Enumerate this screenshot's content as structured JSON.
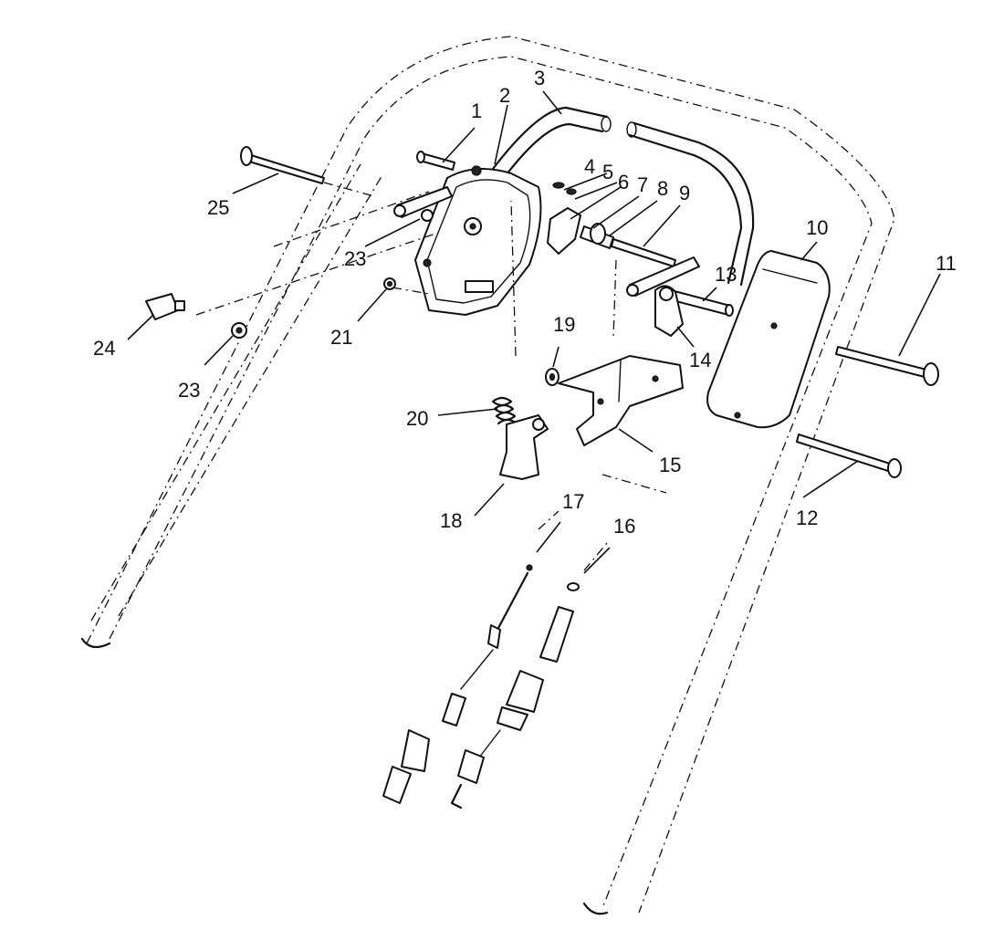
{
  "figure": {
    "type": "exploded parts diagram",
    "callouts": [
      {
        "id": "1",
        "text": "1"
      },
      {
        "id": "2",
        "text": "2"
      },
      {
        "id": "3",
        "text": "3"
      },
      {
        "id": "4",
        "text": "4"
      },
      {
        "id": "5",
        "text": "5"
      },
      {
        "id": "6",
        "text": "6"
      },
      {
        "id": "7",
        "text": "7"
      },
      {
        "id": "8",
        "text": "8"
      },
      {
        "id": "9",
        "text": "9"
      },
      {
        "id": "10",
        "text": "10"
      },
      {
        "id": "11",
        "text": "11"
      },
      {
        "id": "12",
        "text": "12"
      },
      {
        "id": "13",
        "text": "13"
      },
      {
        "id": "14",
        "text": "14"
      },
      {
        "id": "15",
        "text": "15"
      },
      {
        "id": "16",
        "text": "16"
      },
      {
        "id": "17",
        "text": "17"
      },
      {
        "id": "18",
        "text": "18"
      },
      {
        "id": "19",
        "text": "19"
      },
      {
        "id": "20",
        "text": "20"
      },
      {
        "id": "21",
        "text": "21"
      },
      {
        "id": "23a",
        "text": "23"
      },
      {
        "id": "23b",
        "text": "23"
      },
      {
        "id": "24",
        "text": "24"
      },
      {
        "id": "25",
        "text": "25"
      }
    ]
  }
}
